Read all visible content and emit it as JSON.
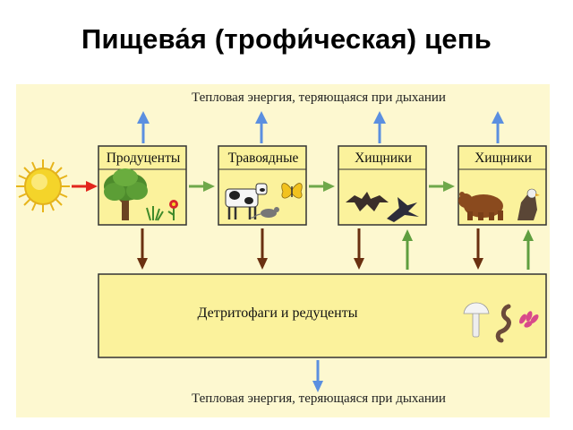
{
  "title": "Пищева́я (трофи́ческая) цепь",
  "heat_loss_top": "Тепловая энергия, теряющаяся при дыхании",
  "heat_loss_bottom": "Тепловая энергия, теряющаяся при дыхании",
  "levels": [
    {
      "label": "Продуценты"
    },
    {
      "label": "Травоядные"
    },
    {
      "label": "Хищники"
    },
    {
      "label": "Хищники"
    }
  ],
  "detritus": {
    "label": "Детритофаги и редуценты"
  },
  "colors": {
    "background": "#fdf8d0",
    "box_fill": "#fbf29c",
    "box_stroke": "#333333",
    "arrow_sun": "#e2261c",
    "arrow_chain": "#6fa84a",
    "arrow_down": "#6a3010",
    "arrow_up_green": "#5f9e3f",
    "arrow_heat": "#5b8fe0",
    "sun": "#f4d42a"
  },
  "icons": [
    "sun-icon",
    "tree-icon",
    "grass-icon",
    "flower-icon",
    "cow-icon",
    "butterfly-icon",
    "mouse-icon",
    "bat-icon",
    "swallow-icon",
    "bear-icon",
    "eagle-icon",
    "mushroom-icon",
    "worm-icon",
    "bacteria-icon"
  ]
}
